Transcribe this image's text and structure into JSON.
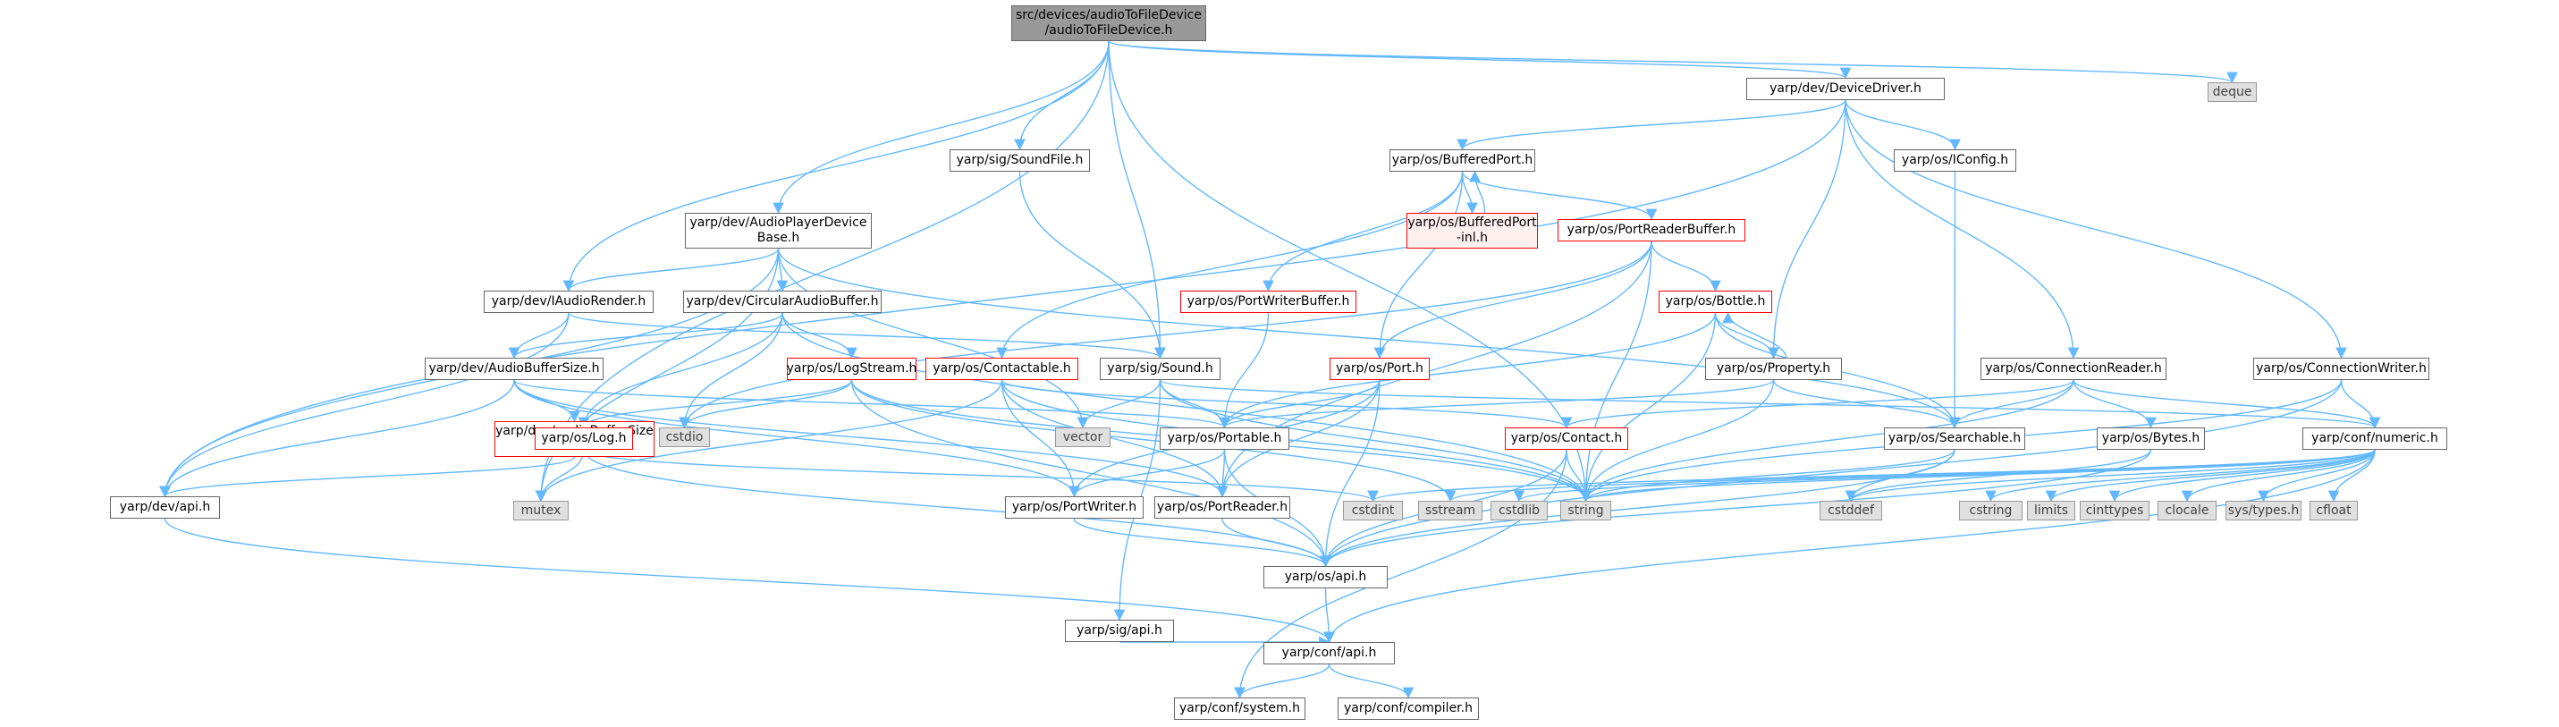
{
  "graph": {
    "title": "",
    "edge_color": "#63b8ff",
    "nodes": [
      {
        "id": "root",
        "label": "src/devices/audioToFileDevice\n/audioToFileDevice.h",
        "kind": "root"
      },
      {
        "id": "devicedriver",
        "label": "yarp/dev/DeviceDriver.h",
        "kind": "link"
      },
      {
        "id": "deque",
        "label": "deque",
        "kind": "ext"
      },
      {
        "id": "soundfile",
        "label": "yarp/sig/SoundFile.h",
        "kind": "link"
      },
      {
        "id": "bufferedport",
        "label": "yarp/os/BufferedPort.h",
        "kind": "link"
      },
      {
        "id": "iconfig",
        "label": "yarp/os/IConfig.h",
        "kind": "link"
      },
      {
        "id": "audioplayer",
        "label": "yarp/dev/AudioPlayerDevice\nBase.h",
        "kind": "link"
      },
      {
        "id": "bufferedportinl",
        "label": "yarp/os/BufferedPort\n-inl.h",
        "kind": "red"
      },
      {
        "id": "portreaderbuffer",
        "label": "yarp/os/PortReaderBuffer.h",
        "kind": "redw"
      },
      {
        "id": "iaudiorender",
        "label": "yarp/dev/IAudioRender.h",
        "kind": "link"
      },
      {
        "id": "circularaudio",
        "label": "yarp/dev/CircularAudioBuffer.h",
        "kind": "link"
      },
      {
        "id": "portwriterbuffer",
        "label": "yarp/os/PortWriterBuffer.h",
        "kind": "redw"
      },
      {
        "id": "bottle",
        "label": "yarp/os/Bottle.h",
        "kind": "redw"
      },
      {
        "id": "audiobuffersize",
        "label": "yarp/dev/AudioBufferSize.h",
        "kind": "link"
      },
      {
        "id": "logstream",
        "label": "yarp/os/LogStream.h",
        "kind": "redw"
      },
      {
        "id": "contactable",
        "label": "yarp/os/Contactable.h",
        "kind": "redw"
      },
      {
        "id": "sound",
        "label": "yarp/sig/Sound.h",
        "kind": "link"
      },
      {
        "id": "port",
        "label": "yarp/os/Port.h",
        "kind": "redw"
      },
      {
        "id": "property",
        "label": "yarp/os/Property.h",
        "kind": "link"
      },
      {
        "id": "connectionreader",
        "label": "yarp/os/ConnectionReader.h",
        "kind": "link"
      },
      {
        "id": "connectionwriter",
        "label": "yarp/os/ConnectionWriter.h",
        "kind": "link"
      },
      {
        "id": "audiobuffersizedata",
        "label": "yarp/dev/audioBufferSize\nData.h",
        "kind": "redw"
      },
      {
        "id": "log",
        "label": "yarp/os/Log.h",
        "kind": "redw"
      },
      {
        "id": "cstdio",
        "label": "cstdio",
        "kind": "ext"
      },
      {
        "id": "vector",
        "label": "vector",
        "kind": "ext"
      },
      {
        "id": "portable",
        "label": "yarp/os/Portable.h",
        "kind": "link"
      },
      {
        "id": "contact",
        "label": "yarp/os/Contact.h",
        "kind": "redw"
      },
      {
        "id": "searchable",
        "label": "yarp/os/Searchable.h",
        "kind": "link"
      },
      {
        "id": "bytes",
        "label": "yarp/os/Bytes.h",
        "kind": "link"
      },
      {
        "id": "numeric",
        "label": "yarp/conf/numeric.h",
        "kind": "link"
      },
      {
        "id": "devapi",
        "label": "yarp/dev/api.h",
        "kind": "link"
      },
      {
        "id": "mutex",
        "label": "mutex",
        "kind": "ext"
      },
      {
        "id": "portwriter",
        "label": "yarp/os/PortWriter.h",
        "kind": "link"
      },
      {
        "id": "portreader",
        "label": "yarp/os/PortReader.h",
        "kind": "link"
      },
      {
        "id": "cstdint",
        "label": "cstdint",
        "kind": "ext"
      },
      {
        "id": "sstream",
        "label": "sstream",
        "kind": "ext"
      },
      {
        "id": "cstdlib",
        "label": "cstdlib",
        "kind": "ext"
      },
      {
        "id": "string",
        "label": "string",
        "kind": "ext"
      },
      {
        "id": "cstddef",
        "label": "cstddef",
        "kind": "ext"
      },
      {
        "id": "cstring",
        "label": "cstring",
        "kind": "ext"
      },
      {
        "id": "limits",
        "label": "limits",
        "kind": "ext"
      },
      {
        "id": "cinttypes",
        "label": "cinttypes",
        "kind": "ext"
      },
      {
        "id": "clocale",
        "label": "clocale",
        "kind": "ext"
      },
      {
        "id": "systypes",
        "label": "sys/types.h",
        "kind": "ext"
      },
      {
        "id": "cfloat",
        "label": "cfloat",
        "kind": "ext"
      },
      {
        "id": "osapi",
        "label": "yarp/os/api.h",
        "kind": "link"
      },
      {
        "id": "sigapi",
        "label": "yarp/sig/api.h",
        "kind": "link"
      },
      {
        "id": "confapi",
        "label": "yarp/conf/api.h",
        "kind": "link"
      },
      {
        "id": "system",
        "label": "yarp/conf/system.h",
        "kind": "link"
      },
      {
        "id": "compiler",
        "label": "yarp/conf/compiler.h",
        "kind": "link"
      }
    ],
    "edges": [
      [
        "root",
        "devicedriver"
      ],
      [
        "root",
        "deque"
      ],
      [
        "root",
        "soundfile"
      ],
      [
        "root",
        "audioplayer"
      ],
      [
        "root",
        "iaudiorender"
      ],
      [
        "root",
        "sound"
      ],
      [
        "root",
        "mutex"
      ],
      [
        "root",
        "string"
      ],
      [
        "devicedriver",
        "bufferedport"
      ],
      [
        "devicedriver",
        "iconfig"
      ],
      [
        "devicedriver",
        "property"
      ],
      [
        "devicedriver",
        "connectionreader"
      ],
      [
        "devicedriver",
        "connectionwriter"
      ],
      [
        "devicedriver",
        "devapi"
      ],
      [
        "soundfile",
        "sound"
      ],
      [
        "bufferedport",
        "bufferedportinl"
      ],
      [
        "bufferedportinl",
        "bufferedport"
      ],
      [
        "bufferedport",
        "portreaderbuffer"
      ],
      [
        "bufferedport",
        "portwriterbuffer"
      ],
      [
        "bufferedport",
        "port"
      ],
      [
        "bufferedport",
        "contactable"
      ],
      [
        "iconfig",
        "searchable"
      ],
      [
        "audioplayer",
        "iaudiorender"
      ],
      [
        "audioplayer",
        "circularaudio"
      ],
      [
        "audioplayer",
        "searchable"
      ],
      [
        "audioplayer",
        "devapi"
      ],
      [
        "audioplayer",
        "mutex"
      ],
      [
        "audioplayer",
        "vector"
      ],
      [
        "portreaderbuffer",
        "bottle"
      ],
      [
        "portreaderbuffer",
        "port"
      ],
      [
        "portreaderbuffer",
        "portreader"
      ],
      [
        "portreaderbuffer",
        "string"
      ],
      [
        "portreaderbuffer",
        "cstdio"
      ],
      [
        "iaudiorender",
        "audiobuffersize"
      ],
      [
        "iaudiorender",
        "sound"
      ],
      [
        "iaudiorender",
        "devapi"
      ],
      [
        "circularaudio",
        "audiobuffersize"
      ],
      [
        "circularaudio",
        "logstream"
      ],
      [
        "circularaudio",
        "log"
      ],
      [
        "circularaudio",
        "cstdio"
      ],
      [
        "circularaudio",
        "string"
      ],
      [
        "portwriterbuffer",
        "portable"
      ],
      [
        "bottle",
        "property"
      ],
      [
        "property",
        "bottle"
      ],
      [
        "bottle",
        "portable"
      ],
      [
        "bottle",
        "searchable"
      ],
      [
        "bottle",
        "string"
      ],
      [
        "audiobuffersize",
        "audiobuffersizedata"
      ],
      [
        "audiobuffersize",
        "portable"
      ],
      [
        "audiobuffersize",
        "devapi"
      ],
      [
        "audiobuffersize",
        "portwriter"
      ],
      [
        "audiobuffersize",
        "portreader"
      ],
      [
        "logstream",
        "log"
      ],
      [
        "logstream",
        "cstdio"
      ],
      [
        "logstream",
        "string"
      ],
      [
        "logstream",
        "sstream"
      ],
      [
        "logstream",
        "osapi"
      ],
      [
        "contactable",
        "contact"
      ],
      [
        "contactable",
        "portwriter"
      ],
      [
        "contactable",
        "portreader"
      ],
      [
        "contactable",
        "mutex"
      ],
      [
        "contactable",
        "string"
      ],
      [
        "sound",
        "portable"
      ],
      [
        "sound",
        "vector"
      ],
      [
        "sound",
        "string"
      ],
      [
        "sound",
        "sigapi"
      ],
      [
        "sound",
        "numeric"
      ],
      [
        "port",
        "portable"
      ],
      [
        "port",
        "portwriter"
      ],
      [
        "port",
        "portreader"
      ],
      [
        "port",
        "osapi"
      ],
      [
        "property",
        "searchable"
      ],
      [
        "property",
        "portable"
      ],
      [
        "property",
        "string"
      ],
      [
        "connectionreader",
        "searchable"
      ],
      [
        "connectionreader",
        "bytes"
      ],
      [
        "connectionreader",
        "contact"
      ],
      [
        "connectionreader",
        "numeric"
      ],
      [
        "connectionreader",
        "string"
      ],
      [
        "connectionwriter",
        "numeric"
      ],
      [
        "connectionwriter",
        "osapi"
      ],
      [
        "connectionwriter",
        "string"
      ],
      [
        "audiobuffersizedata",
        "devapi"
      ],
      [
        "log",
        "osapi"
      ],
      [
        "log",
        "mutex"
      ],
      [
        "log",
        "cstdint"
      ],
      [
        "portable",
        "portwriter"
      ],
      [
        "portable",
        "portreader"
      ],
      [
        "portable",
        "osapi"
      ],
      [
        "contact",
        "string"
      ],
      [
        "contact",
        "system"
      ],
      [
        "contact",
        "osapi"
      ],
      [
        "searchable",
        "string"
      ],
      [
        "searchable",
        "cstddef"
      ],
      [
        "searchable",
        "osapi"
      ],
      [
        "bytes",
        "cstddef"
      ],
      [
        "bytes",
        "osapi"
      ],
      [
        "numeric",
        "cstddef"
      ],
      [
        "numeric",
        "cstdint"
      ],
      [
        "numeric",
        "cstdlib"
      ],
      [
        "numeric",
        "cstring"
      ],
      [
        "numeric",
        "limits"
      ],
      [
        "numeric",
        "cinttypes"
      ],
      [
        "numeric",
        "clocale"
      ],
      [
        "numeric",
        "systypes"
      ],
      [
        "numeric",
        "cfloat"
      ],
      [
        "numeric",
        "string"
      ],
      [
        "numeric",
        "sstream"
      ],
      [
        "numeric",
        "confapi"
      ],
      [
        "devapi",
        "confapi"
      ],
      [
        "portwriter",
        "osapi"
      ],
      [
        "portreader",
        "osapi"
      ],
      [
        "osapi",
        "confapi"
      ],
      [
        "sigapi",
        "confapi"
      ],
      [
        "confapi",
        "system"
      ],
      [
        "confapi",
        "compiler"
      ]
    ]
  }
}
